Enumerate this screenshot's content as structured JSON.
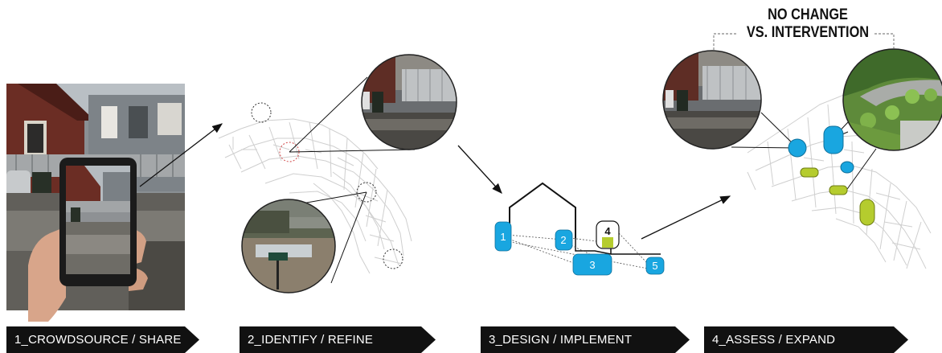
{
  "header": {
    "line1": "NO CHANGE",
    "line2": "VS. INTERVENTION"
  },
  "steps": [
    {
      "label": "1_CROWDSOURCE / SHARE"
    },
    {
      "label": "2_IDENTIFY / REFINE"
    },
    {
      "label": "3_DESIGN / IMPLEMENT"
    },
    {
      "label": "4_ASSESS / EXPAND"
    }
  ],
  "design_diagram": {
    "markers": [
      "1",
      "2",
      "3",
      "4",
      "5"
    ]
  },
  "colors": {
    "blue": "#19a6e0",
    "lime": "#b5cc2e",
    "dark": "#111111",
    "map_lines": "#cfcfcf"
  }
}
